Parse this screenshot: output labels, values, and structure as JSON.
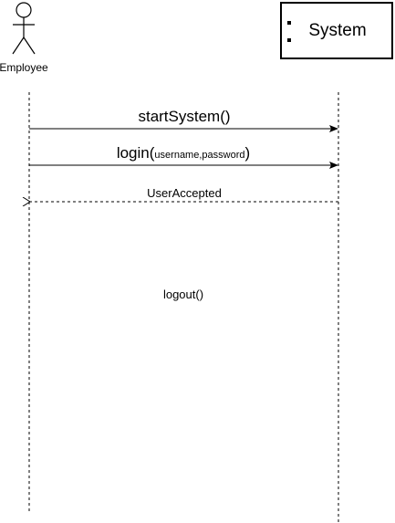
{
  "actor": {
    "label": "Employee"
  },
  "participant": {
    "label": "System"
  },
  "messages": [
    {
      "label": "startSystem()",
      "style": "solid"
    },
    {
      "label_main": "login(",
      "label_params": "username,password",
      "label_close": ")",
      "style": "solid"
    },
    {
      "label": "UserAccepted",
      "style": "dashed"
    }
  ],
  "notes": {
    "logout": "logout()"
  },
  "colors": {
    "line": "#000000",
    "background": "#ffffff"
  }
}
